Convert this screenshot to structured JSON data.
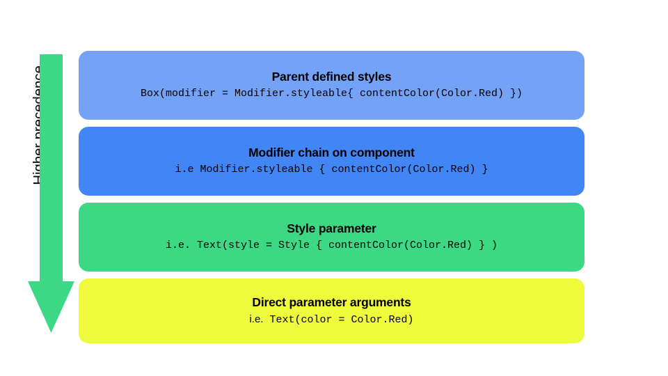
{
  "diagram": {
    "axis_label": "Higher precedence",
    "arrow": {
      "direction": "down",
      "color": "#3DD885",
      "meaning": "precedence-increases-downward"
    },
    "background_color": "#FFFFFF",
    "layers": [
      {
        "id": "parent-defined-styles",
        "title": "Parent defined styles",
        "code_prefix": "",
        "code": "Box(modifier = Modifier.styleable{ contentColor(Color.Red) })",
        "color": "#74A2F7",
        "precedence_rank": 1
      },
      {
        "id": "modifier-chain-on-component",
        "title": "Modifier chain on component",
        "code_prefix": "",
        "code": "i.e Modifier.styleable { contentColor(Color.Red) }",
        "color": "#4285F4",
        "precedence_rank": 2
      },
      {
        "id": "style-parameter",
        "title": "Style parameter",
        "code_prefix": "",
        "code": "i.e. Text(style = Style { contentColor(Color.Red) } )",
        "color": "#3DD884",
        "precedence_rank": 3
      },
      {
        "id": "direct-parameter-arguments",
        "title": "Direct parameter arguments",
        "code_prefix": "i.e.",
        "code": " Text(color = Color.Red)",
        "color": "#EFFA3C",
        "precedence_rank": 4
      }
    ]
  }
}
